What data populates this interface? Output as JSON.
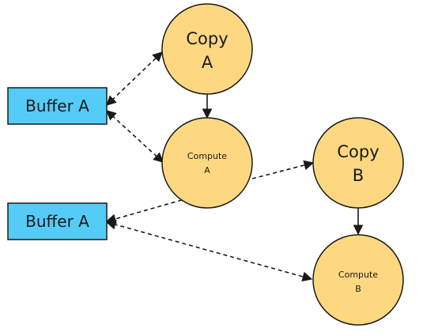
{
  "colors": {
    "circle_fill": "#fdd881",
    "circle_stroke": "#1a1a1a",
    "buffer_fill": "#55ccf7",
    "buffer_stroke": "#1a1a1a",
    "edge": "#1a1a1a"
  },
  "buffers": [
    {
      "label": "Buffer A"
    },
    {
      "label": "Buffer A"
    }
  ],
  "nodes": {
    "copy_a": {
      "line1": "Copy",
      "line2": "A"
    },
    "compute_a": {
      "line1": "Compute",
      "line2": "A"
    },
    "copy_b": {
      "line1": "Copy",
      "line2": "B"
    },
    "compute_b": {
      "line1": "Compute",
      "line2": "B"
    }
  },
  "edges": [
    {
      "from": "buffer-1",
      "to": "copy_a",
      "style": "dashed",
      "arrows": "both"
    },
    {
      "from": "buffer-1",
      "to": "compute_a",
      "style": "dashed",
      "arrows": "both"
    },
    {
      "from": "copy_a",
      "to": "compute_a",
      "style": "solid",
      "arrows": "end"
    },
    {
      "from": "compute_a",
      "to": "copy_b",
      "style": "dashed",
      "arrows": "end"
    },
    {
      "from": "compute_a",
      "to": "buffer-2",
      "style": "dashed",
      "arrows": "end"
    },
    {
      "from": "copy_b",
      "to": "compute_b",
      "style": "solid",
      "arrows": "end"
    },
    {
      "from": "buffer-2",
      "to": "compute_b",
      "style": "dashed",
      "arrows": "both"
    }
  ]
}
